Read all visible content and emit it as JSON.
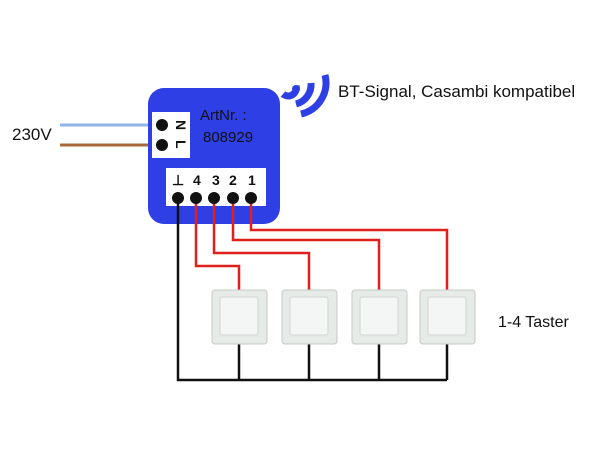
{
  "labels": {
    "voltage": "230V",
    "signal": "BT-Signal, Casambi kompatibel",
    "buttons": "1-4 Taster"
  },
  "module": {
    "art_label": "ArtNr. :",
    "art_number": "808929",
    "power_terminals": [
      "N",
      "L"
    ],
    "input_terminals": [
      "⊥",
      "4",
      "3",
      "2",
      "1"
    ]
  },
  "icons": {
    "signal": "bluetooth-signal-icon",
    "switch": "push-button-switch-icon"
  },
  "colors": {
    "module": "#2f3fe6",
    "neutral_wire": "#8fb7e6",
    "live_wire": "#a9683a",
    "signal_wire": "#e0201c",
    "common_wire": "#111111"
  }
}
